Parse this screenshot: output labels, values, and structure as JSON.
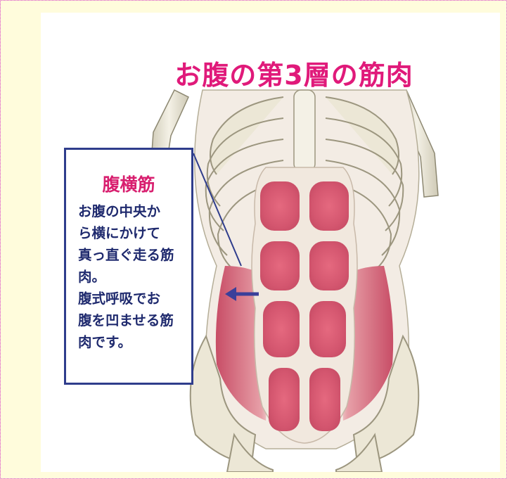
{
  "title": "お腹の第3層の筋肉",
  "callout": {
    "heading": "腹横筋",
    "body": "お腹の中央か\nら横にかけて\n真っ直ぐ走る筋\n肉。\n腹式呼吸でお\n腹を凹ませる筋\n肉です。"
  },
  "colors": {
    "frame_border": "#d63cc4",
    "frame_background": "#fffcdc",
    "title": "#e01a7a",
    "callout_heading": "#d81f6f",
    "callout_border": "#2f3d8c",
    "arrow": "#3a3f9a",
    "muscle": "#d4566f",
    "bone": "#eeeadb"
  }
}
